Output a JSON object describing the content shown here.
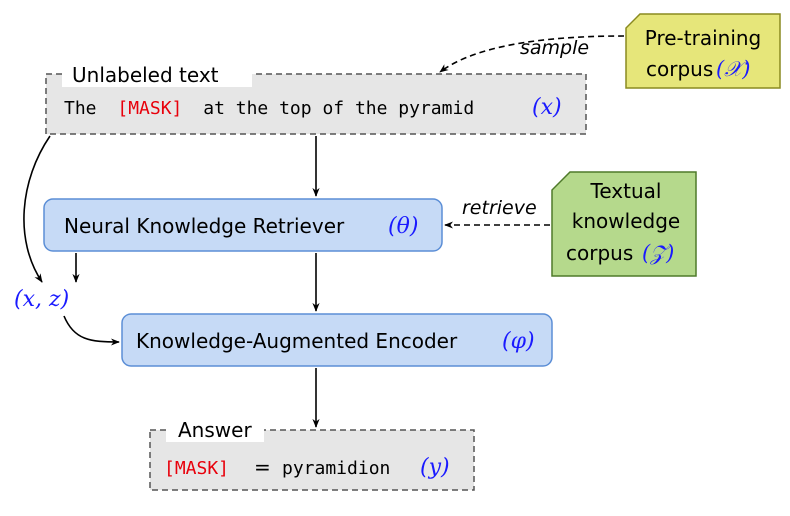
{
  "colors": {
    "math_blue": "#1a1aff",
    "mask_red": "#e8000b",
    "text_box_fill": "#e6e6e6",
    "module_fill": "#c6daf6",
    "module_stroke": "#5b8ed6",
    "pretrain_fill": "#e6e67a",
    "pretrain_stroke": "#8a8a20",
    "knowledge_fill": "#b5d98c",
    "knowledge_stroke": "#4f7a2a"
  },
  "unlabeled": {
    "label": "Unlabeled text",
    "word_the": "The",
    "mask": "[MASK]",
    "rest": "at the top of the pyramid",
    "var": "(x)"
  },
  "retriever": {
    "label": "Neural Knowledge Retriever",
    "var": "(θ)"
  },
  "encoder": {
    "label": "Knowledge-Augmented Encoder",
    "var": "(φ)"
  },
  "answer": {
    "label": "Answer",
    "mask": "[MASK]",
    "equals": "=",
    "value": "pyramidion",
    "var": "(y)"
  },
  "pair": "(x, z)",
  "pretraining": {
    "line1": "Pre-training",
    "line2": "corpus",
    "var": "(𝒳)"
  },
  "knowledge": {
    "line1": "Textual",
    "line2": "knowledge",
    "line3": "corpus",
    "var": "(𝒵)"
  },
  "edges": {
    "sample": "sample",
    "retrieve": "retrieve"
  }
}
